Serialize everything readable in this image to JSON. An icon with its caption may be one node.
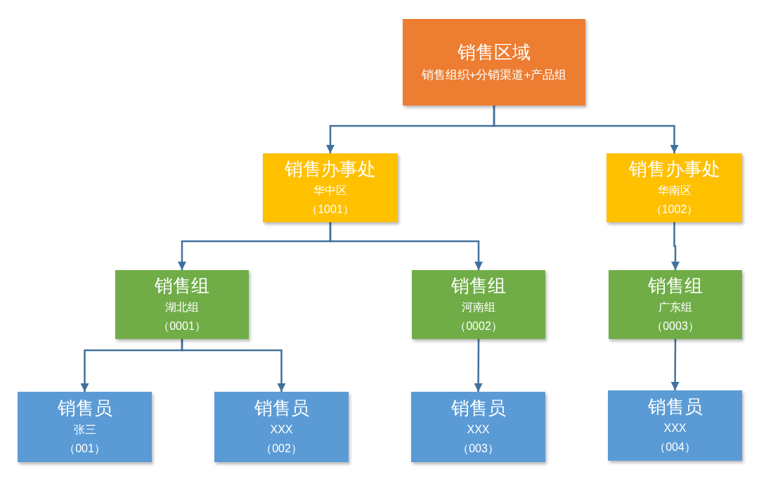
{
  "diagram": {
    "nodes": [
      {
        "text": [
          "销售区域",
          "销售组织+分销渠道+产品组"
        ]
      },
      {
        "text": [
          "销售办事处",
          "华中区",
          "（1001）"
        ]
      },
      {
        "text": [
          "销售办事处",
          "华南区",
          "（1002）"
        ]
      },
      {
        "text": [
          "销售组",
          "湖北组",
          "（0001）"
        ]
      },
      {
        "text": [
          "销售组",
          "河南组",
          "（0002）"
        ]
      },
      {
        "text": [
          "销售组",
          "广东组",
          "（0003）"
        ]
      },
      {
        "text": [
          "销售员",
          "张三",
          "（001）"
        ]
      },
      {
        "text": [
          "销售员",
          "XXX",
          "（002）"
        ]
      },
      {
        "text": [
          "销售员",
          "XXX",
          "（003）"
        ]
      },
      {
        "text": [
          "销售员",
          "XXX",
          "（004）"
        ]
      }
    ],
    "edges": [
      {
        "from": 0,
        "to": 1,
        "arrow": "to"
      },
      {
        "from": 0,
        "to": 2,
        "arrow": "to"
      },
      {
        "from": 1,
        "to": 3,
        "arrow": "to"
      },
      {
        "from": 1,
        "to": 4,
        "arrow": "to"
      },
      {
        "from": 2,
        "to": 5,
        "arrow": "to"
      },
      {
        "from": 3,
        "to": 6,
        "arrow": "to"
      },
      {
        "from": 3,
        "to": 7,
        "arrow": "to"
      },
      {
        "from": 4,
        "to": 8,
        "arrow": "to"
      },
      {
        "from": 5,
        "to": 9,
        "arrow": "to"
      }
    ]
  }
}
